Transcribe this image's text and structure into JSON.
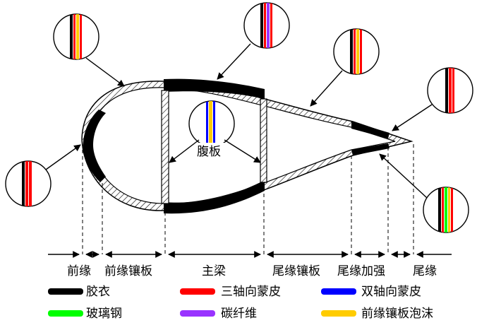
{
  "webs": {
    "label": "腹板"
  },
  "regions": [
    "前缘",
    "前缘镶板",
    "主梁",
    "尾缘镶板",
    "尾缘加强",
    "尾缘"
  ],
  "legend": [
    {
      "label": "胶衣",
      "color": "#000000"
    },
    {
      "label": "三轴向蒙皮",
      "color": "#ff0000"
    },
    {
      "label": "双轴向蒙皮",
      "color": "#0000ff"
    },
    {
      "label": "玻璃钢",
      "color": "#00ff00"
    },
    {
      "label": "碳纤维",
      "color": "#9933ff"
    },
    {
      "label": "前缘镶板泡沫",
      "color": "#ffcc00"
    }
  ]
}
